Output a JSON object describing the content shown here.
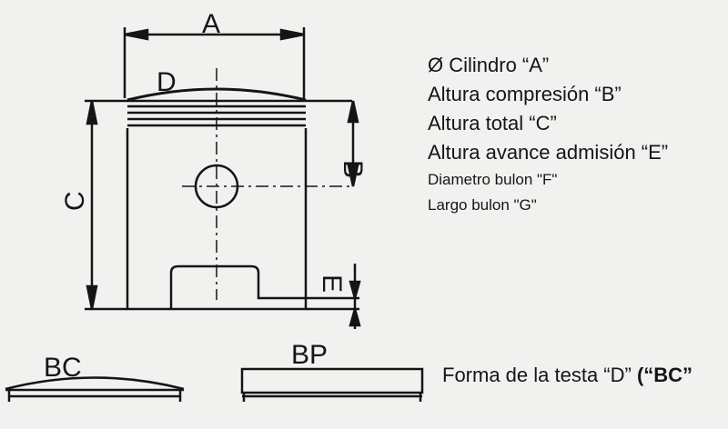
{
  "labels": {
    "A": "A",
    "B": "B",
    "C": "C",
    "D": "D",
    "E": "E",
    "BC": "BC",
    "BP": "BP"
  },
  "legend": [
    "Ø Cilindro “A”",
    "Altura compresión “B”",
    "Altura total “C”",
    "Altura avance admisión “E”",
    "Diametro bulon \"F\"",
    "Largo bulon  \"G\""
  ],
  "footer": {
    "text": "Forma de la testa “D” ",
    "bold": "(“BC”"
  }
}
